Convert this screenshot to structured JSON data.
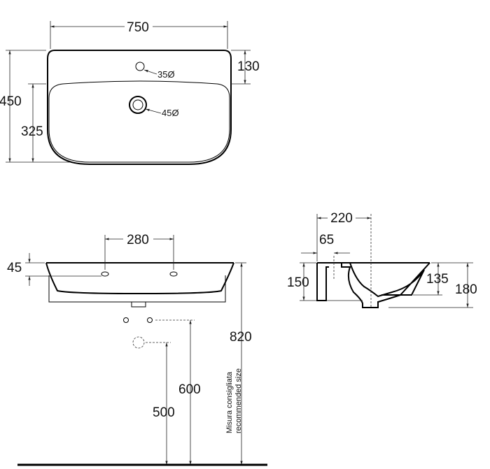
{
  "top_view": {
    "width": "750",
    "depth": "450",
    "tap_hole_offset": "130",
    "bowl_depth": "325",
    "tap_hole": "35Ø",
    "drain": "45Ø"
  },
  "front_view": {
    "tap_spacing": "280",
    "tap_height": "45",
    "rim_height": "820",
    "supply_height": "600",
    "waste_height": "500",
    "note_line1": "Misura consigliata",
    "note_line2": "recommended size"
  },
  "side_view": {
    "depth": "220",
    "tap_offset": "65",
    "wall_height": "150",
    "bowl_height": "135",
    "total_height": "180"
  }
}
